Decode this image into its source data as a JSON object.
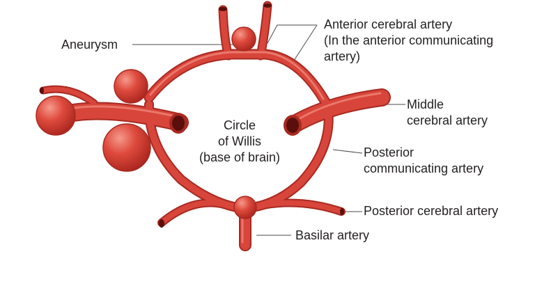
{
  "colors": {
    "vessel": "#d8453a",
    "vessel_dark": "#a82a22",
    "vessel_light": "#f07a6c",
    "lumen": "#5a0f0c",
    "leader": "#4a4a4a",
    "text": "#231f20"
  },
  "labels": {
    "aneurysm": "Aneurysm",
    "anterior_cerebral_artery": "Anterior cerebral artery",
    "anterior_note_1": "(In the anterior communicating",
    "anterior_note_2": "artery)",
    "middle_1": "Middle",
    "middle_2": "cerebral artery",
    "circle_1": "Circle",
    "circle_2": "of Willis",
    "circle_3": "(base of brain)",
    "posterior_comm_1": "Posterior",
    "posterior_comm_2": "communicating artery",
    "posterior_cerebral": "Posterior cerebral artery",
    "basilar": "Basilar artery"
  }
}
